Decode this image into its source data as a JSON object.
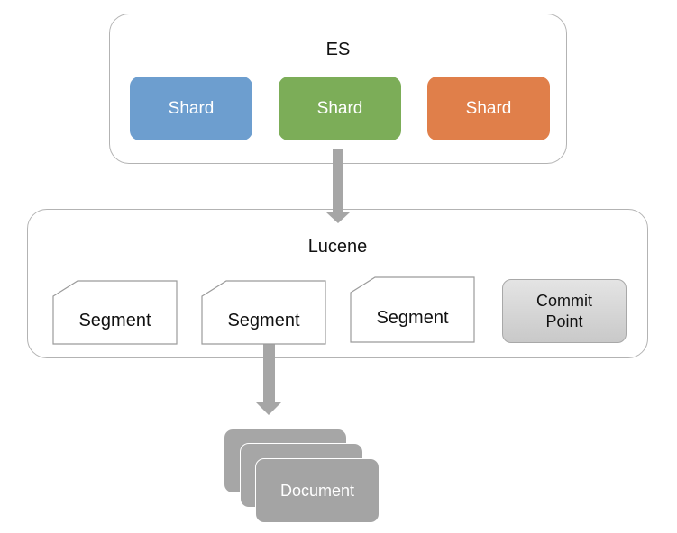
{
  "es": {
    "title": "ES"
  },
  "shards": [
    {
      "label": "Shard",
      "color": "#6d9ecf"
    },
    {
      "label": "Shard",
      "color": "#7cad58"
    },
    {
      "label": "Shard",
      "color": "#e07f4a"
    }
  ],
  "lucene": {
    "title": "Lucene",
    "segments": [
      {
        "label": "Segment"
      },
      {
        "label": "Segment"
      },
      {
        "label": "Segment"
      }
    ],
    "commit_point": {
      "line1": "Commit",
      "line2": "Point"
    }
  },
  "documents": {
    "label": "Document"
  },
  "colors": {
    "arrow": "#a6a6a6",
    "border": "#b3b3b3",
    "document": "#a6a6a6",
    "commit_point": "#d6d6d6"
  }
}
